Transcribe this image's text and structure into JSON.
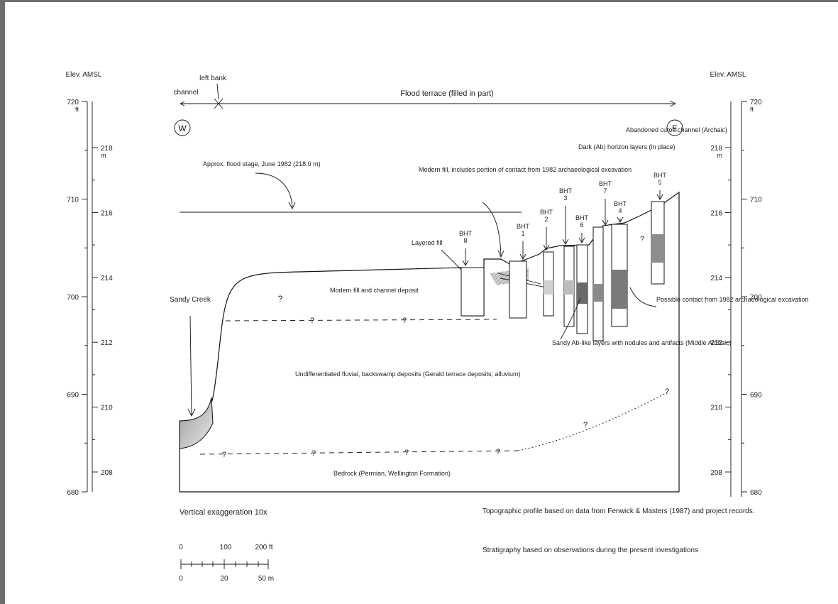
{
  "axes": {
    "left_title": "Elev. AMSL",
    "right_title": "Elev. AMSL",
    "left_outer": [
      {
        "value": 720,
        "label": "720",
        "unit": "ft"
      },
      {
        "value": 710,
        "label": "710"
      },
      {
        "value": 700,
        "label": "700"
      },
      {
        "value": 690,
        "label": "690"
      },
      {
        "value": 680,
        "label": "680"
      }
    ],
    "left_inner": [
      {
        "value": 218,
        "label": "218",
        "unit": "m"
      },
      {
        "value": 216,
        "label": "216"
      },
      {
        "value": 214,
        "label": "214"
      },
      {
        "value": 212,
        "label": "212"
      },
      {
        "value": 210,
        "label": "210"
      },
      {
        "value": 208,
        "label": "208"
      }
    ],
    "right_outer": [
      {
        "value": 720,
        "label": "720",
        "unit": "ft"
      },
      {
        "value": 710,
        "label": "710"
      },
      {
        "value": 700,
        "label": "700"
      },
      {
        "value": 690,
        "label": "690"
      },
      {
        "value": 680,
        "label": "680"
      }
    ],
    "right_inner": [
      {
        "value": 218,
        "label": "218",
        "unit": "m"
      },
      {
        "value": 216,
        "label": "216"
      },
      {
        "value": 214,
        "label": "214"
      },
      {
        "value": 212,
        "label": "212"
      },
      {
        "value": 210,
        "label": "210"
      },
      {
        "value": 208,
        "label": "208"
      }
    ]
  },
  "orientation": {
    "west": "W",
    "east": "E",
    "left_bank": "left bank",
    "channel": "channel",
    "flood_terrace": "Flood terrace (filled in part)"
  },
  "annotations": {
    "flood_stage": "Approx. flood stage, June 1982 (218.0 m)",
    "modern_fill": "Modern fill, includes portion of contact from 1982 archaeological excavation",
    "layered_fill": "Layered fill",
    "stream": "Sandy Creek",
    "channel_deposit": "Modern fill and channel deposit",
    "backswamp": "Undifferentiated fluvial, backswamp deposits (Gerald terrace deposits; alluvium)",
    "dark_layers": "Dark (Ab) horizon layers (in place)",
    "abandoned_channel": "Abandoned cutoff channel (Archaic)",
    "possible_contact": "Possible contact from 1982 archaeological excavation",
    "sandy_layer": "Sandy Ab-like layers with nodules and artifacts (Middle Archaic)",
    "bedrock": "Bedrock (Permian, Wellington Formation)",
    "vertical_exaggeration": "Vertical exaggeration 10x",
    "note_profile": "Topographic profile based on data from Fenwick & Masters (1987) and project records.",
    "note_strat": "Stratigraphy based on observations during the present investigations",
    "question": "?"
  },
  "boreholes": [
    {
      "id": "bht-8",
      "label": "BHT 8"
    },
    {
      "id": "bht-1",
      "label": "BHT 1"
    },
    {
      "id": "bht-2",
      "label": "BHT 2"
    },
    {
      "id": "bht-3",
      "label": "BHT 3"
    },
    {
      "id": "bht-6",
      "label": "BHT 6"
    },
    {
      "id": "bht-7",
      "label": "BHT 7"
    },
    {
      "id": "bht-4",
      "label": "BHT 4"
    },
    {
      "id": "bht-5",
      "label": "BHT 5"
    }
  ],
  "scale_bar": {
    "top_labels": [
      "0",
      "100",
      "200 ft"
    ],
    "bottom_labels": [
      "0",
      "20",
      "50 m"
    ]
  }
}
